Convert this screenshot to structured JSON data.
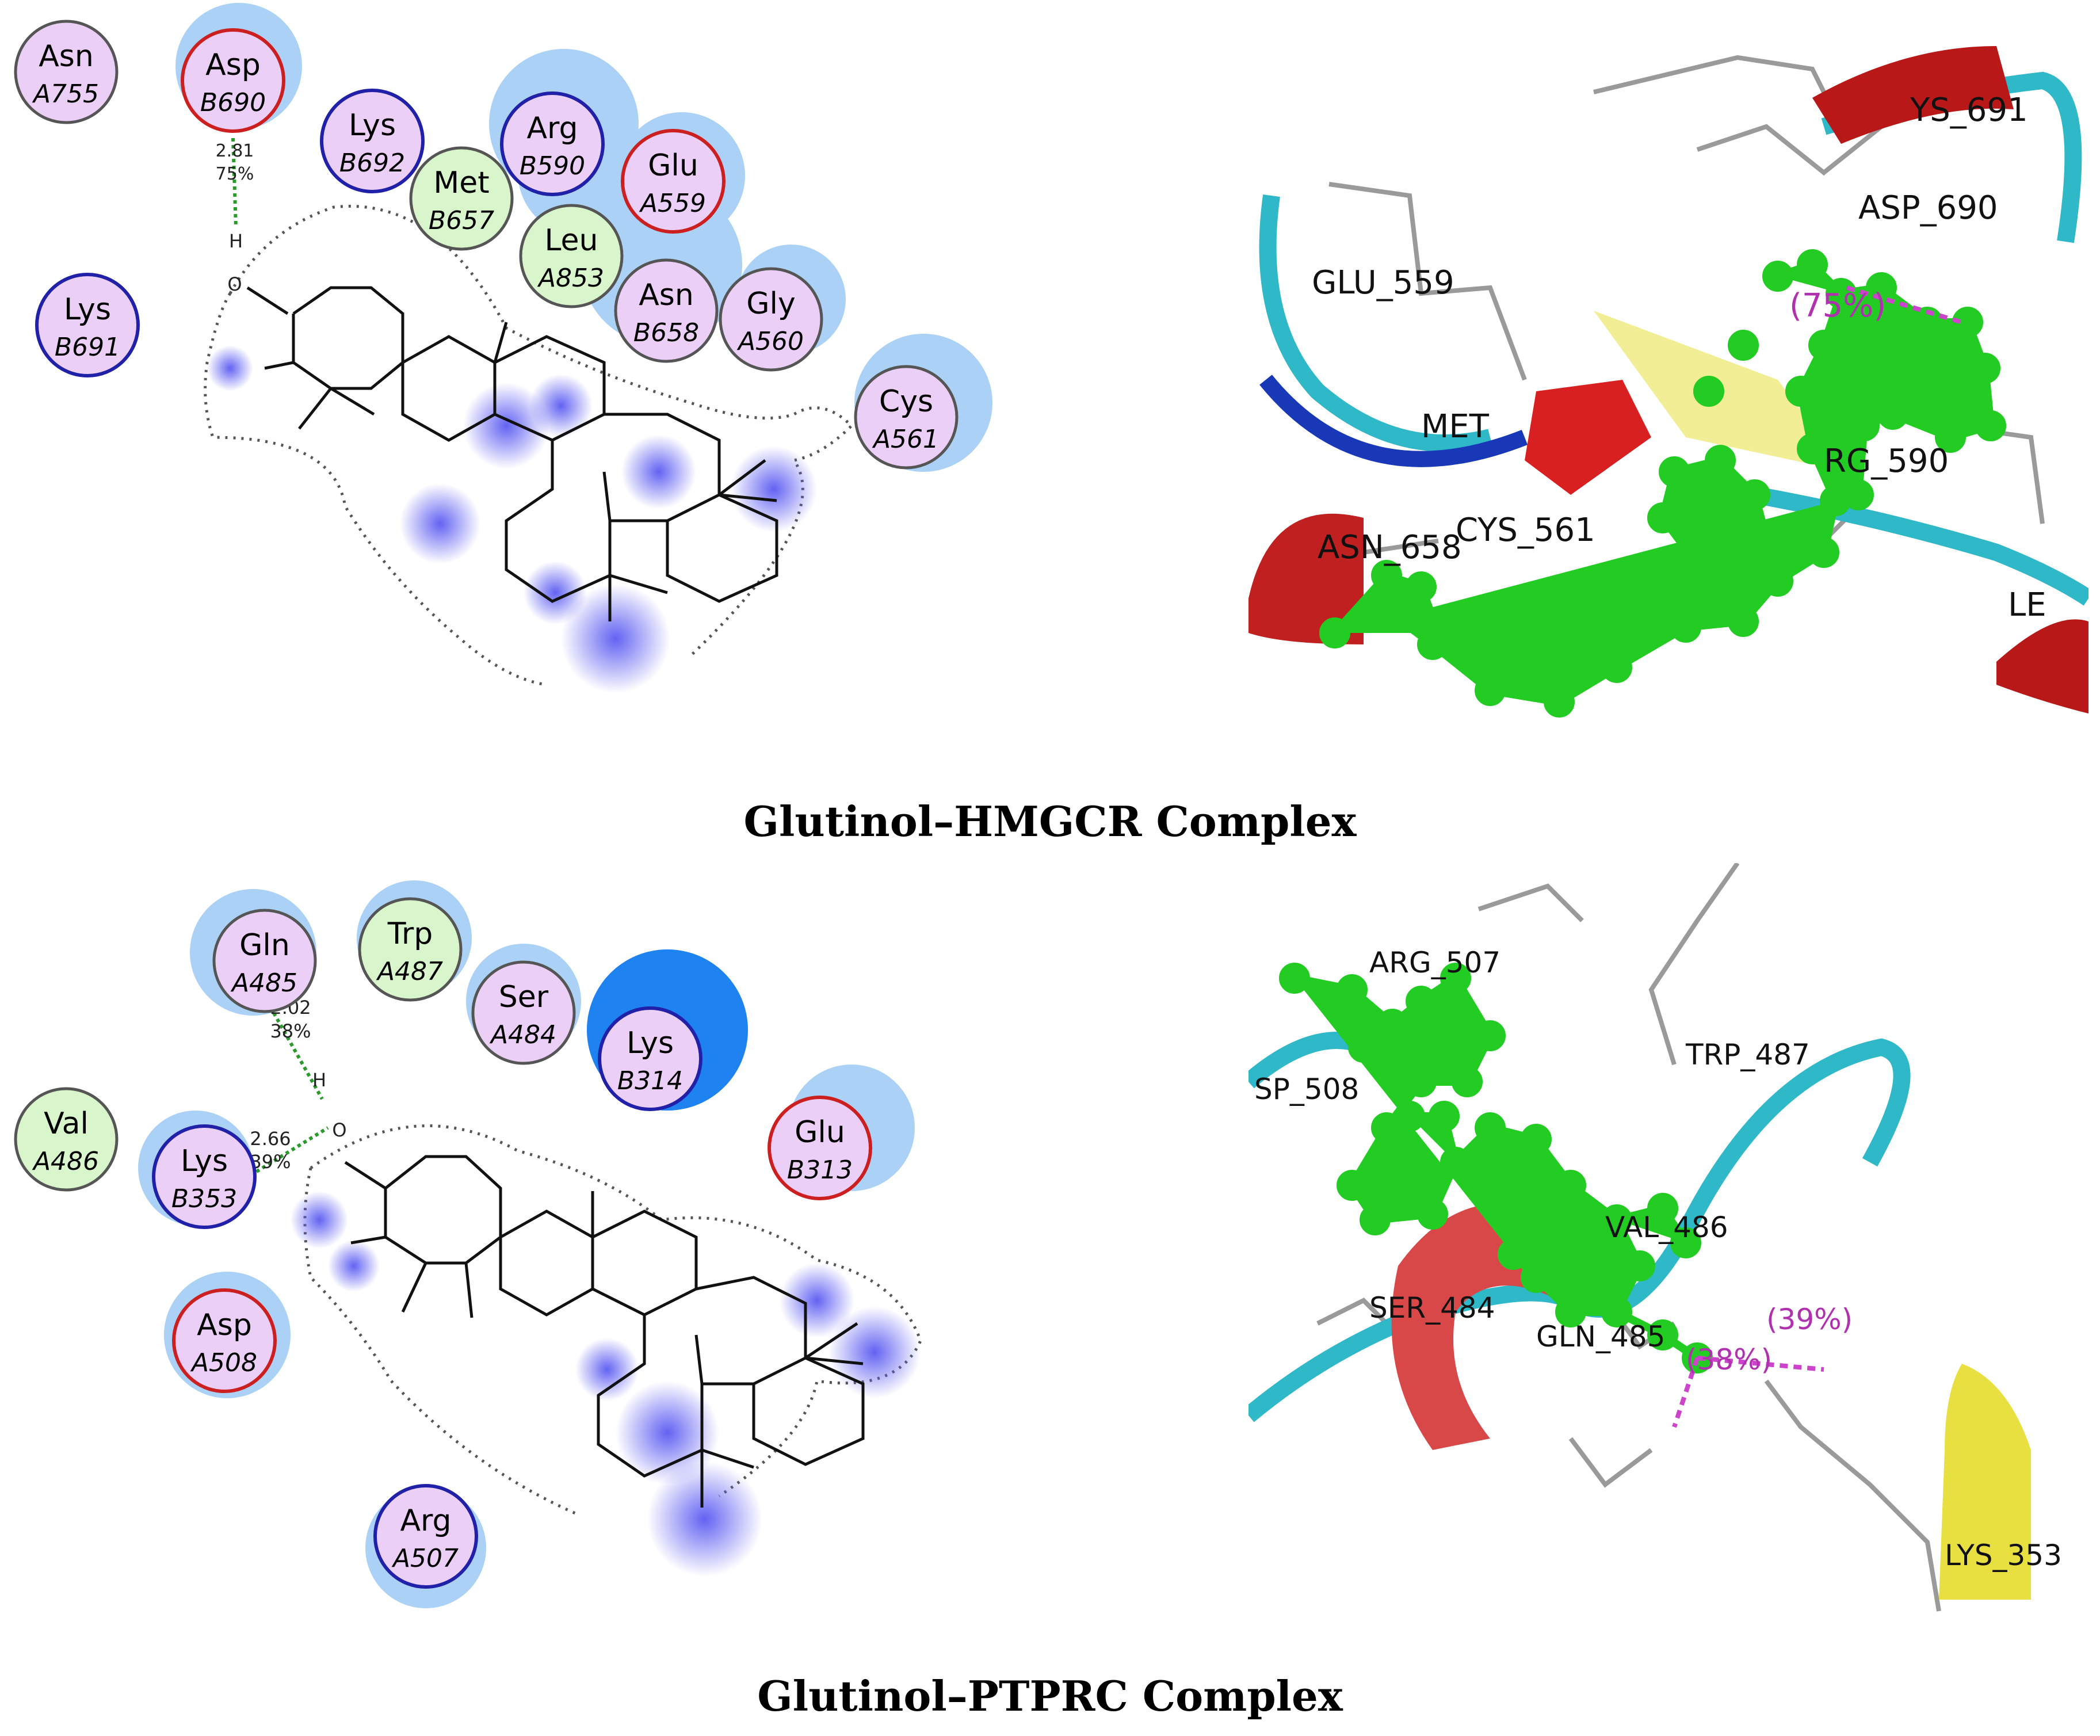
{
  "captions": {
    "hmgcr": "Glutinol–HMGCR Complex",
    "ptprc": "Glutinol–PTPRC Complex"
  },
  "colors": {
    "polar_fill": "#eccff7",
    "hydrophobic_fill": "#d9f5cb",
    "acidic_ring": "#cc2020",
    "basic_ring": "#2020a8",
    "neutral_ring": "#555555",
    "hbond": "#2a9a2a",
    "solvent_halo": "#8fc3f3",
    "ligand_carbon": "#22cc22",
    "helix_red": "#cc2626",
    "coil_cyan": "#2fb8c8",
    "strand_yellow": "#e8e040",
    "hbond_3d": "#cc44cc"
  },
  "hmgcr_2d": {
    "residues": [
      {
        "name": "Asn",
        "id": "A755"
      },
      {
        "name": "Asp",
        "id": "B690"
      },
      {
        "name": "Lys",
        "id": "B692"
      },
      {
        "name": "Arg",
        "id": "B590"
      },
      {
        "name": "Met",
        "id": "B657"
      },
      {
        "name": "Glu",
        "id": "A559"
      },
      {
        "name": "Leu",
        "id": "A853"
      },
      {
        "name": "Lys",
        "id": "B691"
      },
      {
        "name": "Asn",
        "id": "B658"
      },
      {
        "name": "Gly",
        "id": "A560"
      },
      {
        "name": "Cys",
        "id": "A561"
      }
    ],
    "hbond": {
      "distance": "2.81",
      "percent": "75%"
    },
    "atoms": {
      "h": "H",
      "o": "O"
    }
  },
  "hmgcr_3d": {
    "labels": [
      "GLU_559",
      "MET",
      "ASN_658",
      "CYS_561",
      "ASP_690",
      "RG_590",
      "YS_691",
      "(75%)",
      "LE"
    ]
  },
  "ptprc_2d": {
    "residues": [
      {
        "name": "Gln",
        "id": "A485"
      },
      {
        "name": "Trp",
        "id": "A487"
      },
      {
        "name": "Ser",
        "id": "A484"
      },
      {
        "name": "Lys",
        "id": "B314"
      },
      {
        "name": "Val",
        "id": "A486"
      },
      {
        "name": "Lys",
        "id": "B353"
      },
      {
        "name": "Glu",
        "id": "B313"
      },
      {
        "name": "Asp",
        "id": "A508"
      },
      {
        "name": "Arg",
        "id": "A507"
      }
    ],
    "hbond1": {
      "distance": "2.02",
      "percent": "38%"
    },
    "hbond2": {
      "distance": "2.66",
      "percent": "39%"
    },
    "atoms": {
      "h": "H",
      "o": "O"
    }
  },
  "ptprc_3d": {
    "labels": [
      "ARG_507",
      "SP_508",
      "TRP_487",
      "VAL_486",
      "SER_484",
      "GLN_485",
      "(39%)",
      "(38%)",
      "LYS_353"
    ]
  }
}
